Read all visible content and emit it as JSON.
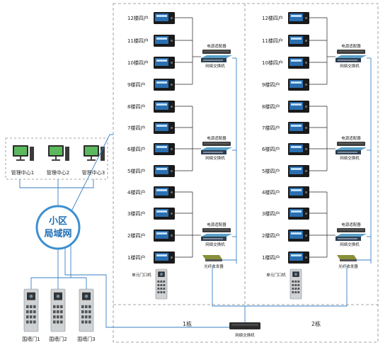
{
  "building_1": {
    "section_label": "1栋",
    "floors": [
      "12楼四户",
      "11楼四户",
      "10楼四户",
      "9楼四户",
      "8楼四户",
      "7楼四户",
      "6楼四户",
      "5楼四户",
      "4楼四户",
      "3楼四户",
      "2楼四户",
      "1楼四户"
    ],
    "group_switches": [
      {
        "power": "电源适配器",
        "switch": "网络交换机"
      },
      {
        "power": "电源适配器",
        "switch": "网络交换机"
      },
      {
        "power": "电源适配器",
        "switch": "网络交换机"
      }
    ],
    "optical_transceiver": "光纤收发器",
    "unit_door": "单元门口机"
  },
  "building_2": {
    "section_label": "2栋",
    "floors": [
      "12楼四户",
      "11楼四户",
      "10楼四户",
      "9楼四户",
      "8楼四户",
      "7楼四户",
      "6楼四户",
      "5楼四户",
      "4楼四户",
      "3楼四户",
      "2楼四户",
      "1楼四户"
    ],
    "group_switches": [
      {
        "power": "电源适配器",
        "switch": "网络交换机"
      },
      {
        "power": "电源适配器",
        "switch": "网络交换机"
      },
      {
        "power": "电源适配器",
        "switch": "网络交换机"
      }
    ],
    "optical_transceiver": "光纤收发器",
    "unit_door": "单元门口机"
  },
  "core_switch": "网络交换机",
  "management": [
    "管理中心1",
    "管理中心2",
    "管理中心3"
  ],
  "lan": {
    "line1": "小区",
    "line2": "局域网"
  },
  "wall_doors": [
    "围墙门1",
    "围墙门2",
    "围墙门3"
  ],
  "colors": {
    "line": "#3a7fc2",
    "lan_ring": "#3d8fd0",
    "lan_text": "#1f6fb5",
    "dash": "#888888"
  }
}
